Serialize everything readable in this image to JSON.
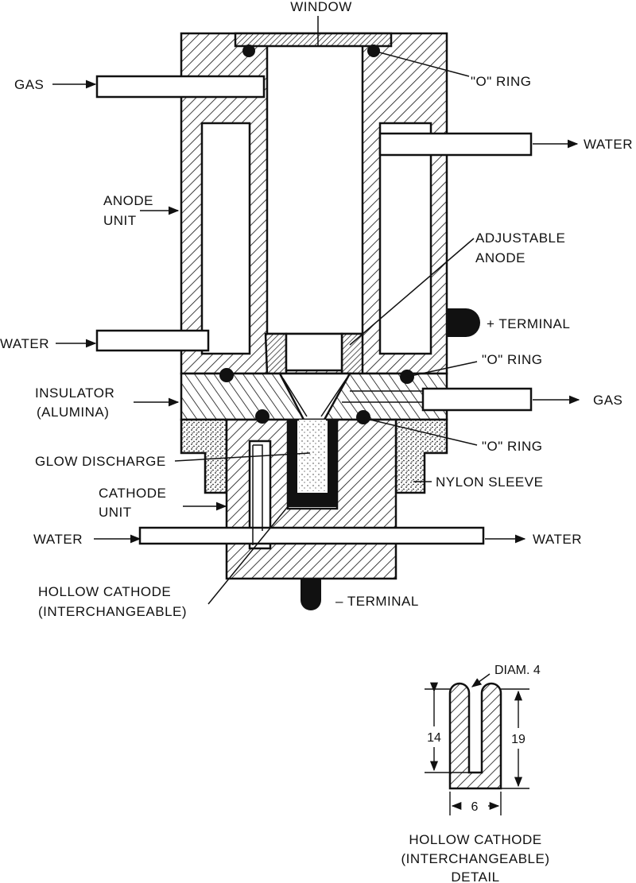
{
  "labels": {
    "window": "WINDOW",
    "o_ring_top": "\"O\" RING",
    "gas_in": "GAS",
    "water_out_top": "WATER",
    "anode_unit_1": "ANODE",
    "anode_unit_2": "UNIT",
    "adjustable_anode_1": "ADJUSTABLE",
    "adjustable_anode_2": "ANODE",
    "plus_terminal": "+ TERMINAL",
    "water_in_left": "WATER",
    "o_ring_mid": "\"O\" RING",
    "insulator_1": "INSULATOR",
    "insulator_2": "(ALUMINA)",
    "gas_out": "GAS",
    "o_ring_low": "\"O\" RING",
    "glow_discharge": "GLOW DISCHARGE",
    "nylon_sleeve": "NYLON SLEEVE",
    "cathode_unit_1": "CATHODE",
    "cathode_unit_2": "UNIT",
    "water_in_bottom": "WATER",
    "water_out_bottom": "WATER",
    "hollow_cathode_1": "HOLLOW CATHODE",
    "hollow_cathode_2": "(INTERCHANGEABLE)",
    "minus_terminal": "– TERMINAL"
  },
  "detail": {
    "diam_label": "DIAM. 4",
    "dim_inner_height": "14",
    "dim_outer_height": "19",
    "dim_width": "6",
    "caption_1": "HOLLOW CATHODE",
    "caption_2": "(INTERCHANGEABLE)",
    "caption_3": "DETAIL"
  }
}
